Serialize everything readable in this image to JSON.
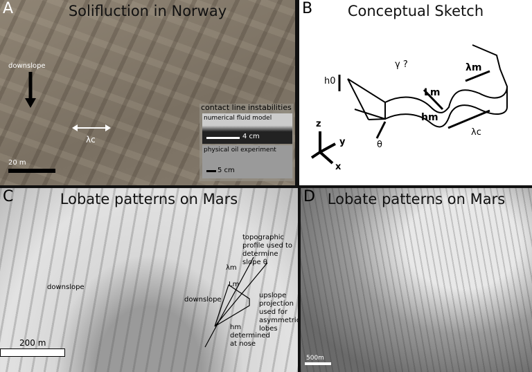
{
  "panels": {
    "a": {
      "letter": "A",
      "title": "Solifluction in Norway",
      "downslope": "downslope",
      "lambda_c": "λc",
      "scale": "20 m",
      "inset": {
        "heading": "contact line instabilities",
        "numerical": "numerical fluid model",
        "numerical_scale": "4 cm",
        "physical": "physical oil experiment",
        "physical_scale": "5 cm"
      }
    },
    "b": {
      "letter": "B",
      "title": "Conceptual Sketch",
      "h0": "h0",
      "gamma": "γ ?",
      "lambda_m": "λm",
      "L_m": "Lm",
      "h_m": "hm",
      "theta": "θ",
      "lambda_c": "λc",
      "axis_z": "z",
      "axis_y": "y",
      "axis_x": "x"
    },
    "c": {
      "letter": "C",
      "title": "Lobate patterns on Mars",
      "downslope_left": "downslope",
      "downslope_right": "downslope",
      "topo": "topographic profile used to determine slope θ",
      "lambda_m": "λm",
      "L_m": "Lm",
      "upslope": "upslope projection used for asymmetric lobes",
      "h_m": "hm determined at nose",
      "scale": "200 m"
    },
    "d": {
      "letter": "D",
      "title": "Lobate patterns on Mars",
      "scale": "500m"
    }
  }
}
